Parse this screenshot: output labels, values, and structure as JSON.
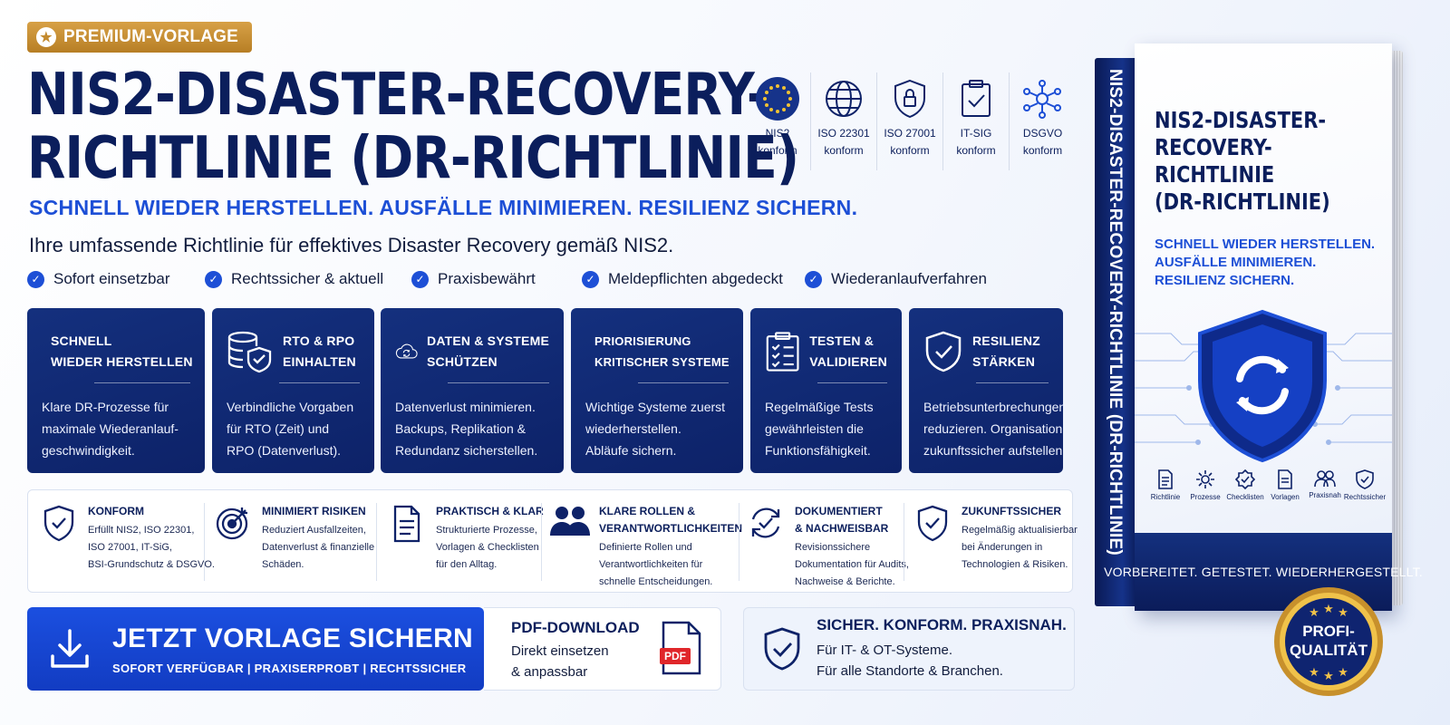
{
  "premium_badge": {
    "label": "PREMIUM-VORLAGE",
    "icon": "star-icon"
  },
  "title": {
    "line1": "NIS2-DISASTER-RECOVERY-",
    "line2": "RICHTLINIE (DR-RICHTLINIE)"
  },
  "tagline": "SCHNELL WIEDER HERSTELLEN. AUSFÄLLE MINIMIEREN. RESILIENZ SICHERN.",
  "subtitle": "Ihre umfassende Richtlinie für effektives Disaster Recovery gemäß NIS2.",
  "checks": [
    "Sofort einsetzbar",
    "Rechtssicher & aktuell",
    "Praxisbewährt",
    "Meldepflichten abgedeckt",
    "Wiederanlaufverfahren"
  ],
  "certs": [
    {
      "name": "NIS2",
      "sub": "konform",
      "icon": "eu-flag-icon"
    },
    {
      "name": "ISO 22301",
      "sub": "konform",
      "icon": "globe-icon"
    },
    {
      "name": "ISO 27001",
      "sub": "konform",
      "icon": "shield-lock-icon"
    },
    {
      "name": "IT-SIG",
      "sub": "konform",
      "icon": "clipboard-check-icon"
    },
    {
      "name": "DSGVO",
      "sub": "konform",
      "icon": "network-icon"
    }
  ],
  "features": [
    {
      "title1": "SCHNELL",
      "title2": "WIEDER HERSTELLEN",
      "body": [
        "Klare DR-Prozesse für",
        "maximale Wiederanlauf-",
        "geschwindigkeit."
      ],
      "icon": "clock-restore-icon"
    },
    {
      "title1": "RTO & RPO",
      "title2": "EINHALTEN",
      "body": [
        "Verbindliche Vorgaben",
        "für RTO (Zeit) und",
        "RPO (Datenverlust)."
      ],
      "icon": "database-shield-icon"
    },
    {
      "title1": "DATEN & SYSTEME",
      "title2": "SCHÜTZEN",
      "body": [
        "Datenverlust minimieren.",
        "Backups, Replikation &",
        "Redundanz sicherstellen."
      ],
      "icon": "cloud-sync-icon"
    },
    {
      "title1": "PRIORISIERUNG",
      "title2": "KRITISCHER SYSTEME",
      "body": [
        "Wichtige Systeme zuerst",
        "wiederherstellen.",
        "Abläufe sichern."
      ],
      "icon": "numbered-list-icon"
    },
    {
      "title1": "TESTEN &",
      "title2": "VALIDIEREN",
      "body": [
        "Regelmäßige Tests",
        "gewährleisten die",
        "Funktionsfähigkeit."
      ],
      "icon": "checklist-icon"
    },
    {
      "title1": "RESILIENZ",
      "title2": "STÄRKEN",
      "body": [
        "Betriebsunterbrechungen",
        "reduzieren. Organisation",
        "zukunftssicher aufstellen."
      ],
      "icon": "shield-check-icon"
    }
  ],
  "benefits": [
    {
      "title": [
        "KONFORM"
      ],
      "text": [
        "Erfüllt NIS2, ISO 22301,",
        "ISO 27001, IT-SiG,",
        "BSI-Grundschutz & DSGVO."
      ],
      "icon": "shield-check-icon"
    },
    {
      "title": [
        "MINIMIERT RISIKEN"
      ],
      "text": [
        "Reduziert Ausfallzeiten,",
        "Datenverlust & finanzielle",
        "Schäden."
      ],
      "icon": "target-icon"
    },
    {
      "title": [
        "PRAKTISCH & KLAR"
      ],
      "text": [
        "Strukturierte Prozesse,",
        "Vorlagen & Checklisten",
        "für den Alltag."
      ],
      "icon": "document-icon"
    },
    {
      "title": [
        "KLARE ROLLEN &",
        "VERANTWORTLICHKEITEN"
      ],
      "text": [
        "Definierte Rollen und",
        "Verantwortlichkeiten für",
        "schnelle Entscheidungen."
      ],
      "icon": "users-icon"
    },
    {
      "title": [
        "DOKUMENTIERT",
        "& NACHWEISBAR"
      ],
      "text": [
        "Revisionssichere",
        "Dokumentation für Audits,",
        "Nachweise & Berichte."
      ],
      "icon": "refresh-check-icon"
    },
    {
      "title": [
        "ZUKUNFTSSICHER"
      ],
      "text": [
        "Regelmäßig aktualisierbar",
        "bei Änderungen in",
        "Technologien & Risiken."
      ],
      "icon": "shield-check-icon"
    }
  ],
  "cta": {
    "main": "JETZT VORLAGE SICHERN",
    "sub": "SOFORT VERFÜGBAR | PRAXISERPROBT | RECHTSSICHER",
    "icon": "download-icon"
  },
  "pdf": {
    "title": "PDF-DOWNLOAD",
    "line1": "Direkt einsetzen",
    "line2": "& anpassbar",
    "badge": "PDF"
  },
  "secure": {
    "title": "SICHER. KONFORM. PRAXISNAH.",
    "line1": "Für IT- & OT-Systeme.",
    "line2": "Für alle Standorte & Branchen."
  },
  "book": {
    "spine": "NIS2-DISASTER-RECOVERY-RICHTLINIE (DR-RICHTLINIE)",
    "title": [
      "NIS2-DISASTER-",
      "RECOVERY-",
      "RICHTLINIE",
      "(DR-RICHTLINIE)"
    ],
    "tag": [
      "SCHNELL WIEDER HERSTELLEN.",
      "AUSFÄLLE MINIMIEREN.",
      "RESILIENZ SICHERN."
    ],
    "icons": [
      "Richtlinie",
      "Prozesse",
      "Checklisten",
      "Vorlagen",
      "Praxisnah",
      "Rechtssicher"
    ],
    "footer": "VORBEREITET. GETESTET. WIEDERHERGESTELLT."
  },
  "seal": {
    "line1": "PROFI-",
    "line2": "QUALITÄT"
  },
  "colors": {
    "navy": "#0e2268",
    "accent_blue": "#1d4fd6",
    "gold": "#c79232"
  }
}
